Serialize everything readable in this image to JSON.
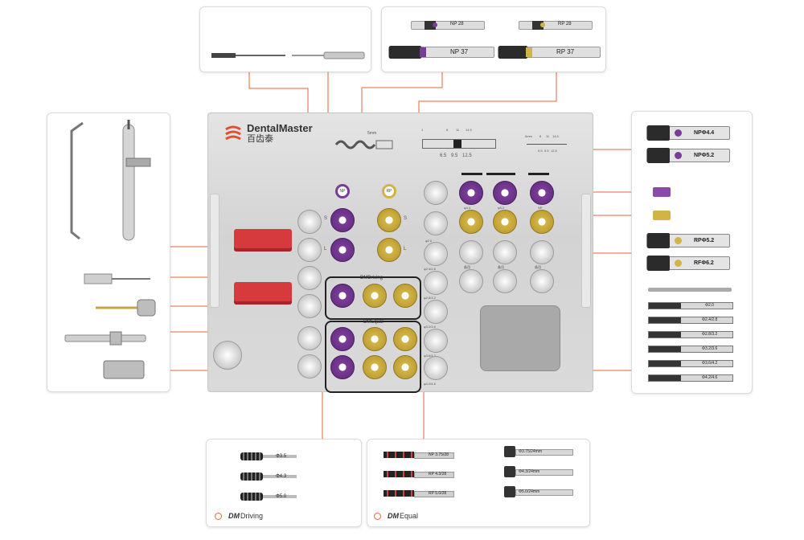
{
  "brand": {
    "name": "DentalMaster",
    "name_cn": "百齿泰"
  },
  "colors": {
    "accent_line": "#e9663a",
    "purple": "#6b3089",
    "gold": "#c9a73a",
    "tray": "#d9d9d9",
    "red_block": "#d63a3d"
  },
  "top_left_panel": {
    "tools": [
      "drill",
      "driver"
    ]
  },
  "top_right_panel": {
    "labels": [
      "NP 28",
      "RP 28",
      "NP 37",
      "RP 37"
    ]
  },
  "tray": {
    "rings": [
      {
        "label": "NP"
      },
      {
        "label": "RP"
      }
    ],
    "depth_gauge": {
      "label": "5mm"
    },
    "ruler_top": {
      "ticks": [
        "1",
        "8",
        "11",
        "14.5"
      ],
      "subticks": [
        "6.5",
        "9.5",
        "12.5"
      ]
    },
    "ruler_small": {
      "label": "0mm",
      "ticks": [
        "8",
        "11",
        "14.5"
      ],
      "subticks": [
        "6.5",
        "9.5",
        "12.5"
      ]
    },
    "side_labels": [
      "S",
      "L",
      "S",
      "L"
    ],
    "dm_driving": {
      "title": "DMDriving"
    },
    "dm_equal": {
      "title": "DMEqual"
    },
    "column_labels": [
      {
        "text": "φ2.0"
      },
      {
        "text": "φ2.4/2.8"
      },
      {
        "text": "φ2.8/3.2"
      },
      {
        "text": "φ3.2/3.6"
      },
      {
        "text": "φ3.6/4.2"
      },
      {
        "text": "φ4.2/4.6"
      },
      {
        "text": "φ4.4"
      },
      {
        "text": "φ5.2"
      },
      {
        "text": "NP"
      },
      {
        "text": "备用"
      },
      {
        "text": "备用"
      },
      {
        "text": "备用"
      }
    ]
  },
  "right_panel": {
    "labels": [
      "NPΦ4.4",
      "NPΦ5.2",
      "RPΦ5.2",
      "RFΦ6.2",
      "Φ2.0",
      "Φ2.4/2.8",
      "Φ2.8/3.2",
      "Φ3.2/3.6",
      "Φ3.6/4.2",
      "Φ4.2/4.6"
    ]
  },
  "bottom_left_panel": {
    "labels": [
      "Φ3.5",
      "Φ4.3",
      "Φ5.0"
    ],
    "legend_brand": "DM",
    "legend_text": "Driving"
  },
  "bottom_right_panel": {
    "labels": [
      "NP 3.75/28",
      "RP 4.3/28",
      "RP 5.0/28",
      "Φ3.75/24mm",
      "Φ4.3/24mm",
      "Φ5.0/24mm"
    ],
    "legend_brand": "DM",
    "legend_text": "Equal"
  }
}
